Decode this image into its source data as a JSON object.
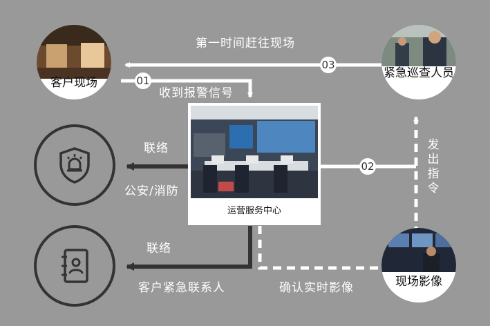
{
  "nodes": {
    "customer_site": "客户现场",
    "patrol": "紧急巡查人员",
    "ops_center": "运营服务中心",
    "live_video": "现场影像"
  },
  "labels": {
    "first_time": "第一时间赶往现场",
    "receive_alarm": "收到报警信号",
    "contact_top": "联络",
    "police_fire": "公安/消防",
    "contact_bottom": "联络",
    "emergency_contact": "客户紧急联系人",
    "confirm_video": "确认实时影像",
    "dispatch": "发出指令"
  },
  "steps": {
    "s01": "01",
    "s02": "02",
    "s03": "03"
  },
  "icons": [
    "police-badge-icon",
    "contact-book-icon"
  ],
  "colors": {
    "background": "#999999",
    "dark_line": "#333333",
    "light_line": "#ffffff"
  }
}
